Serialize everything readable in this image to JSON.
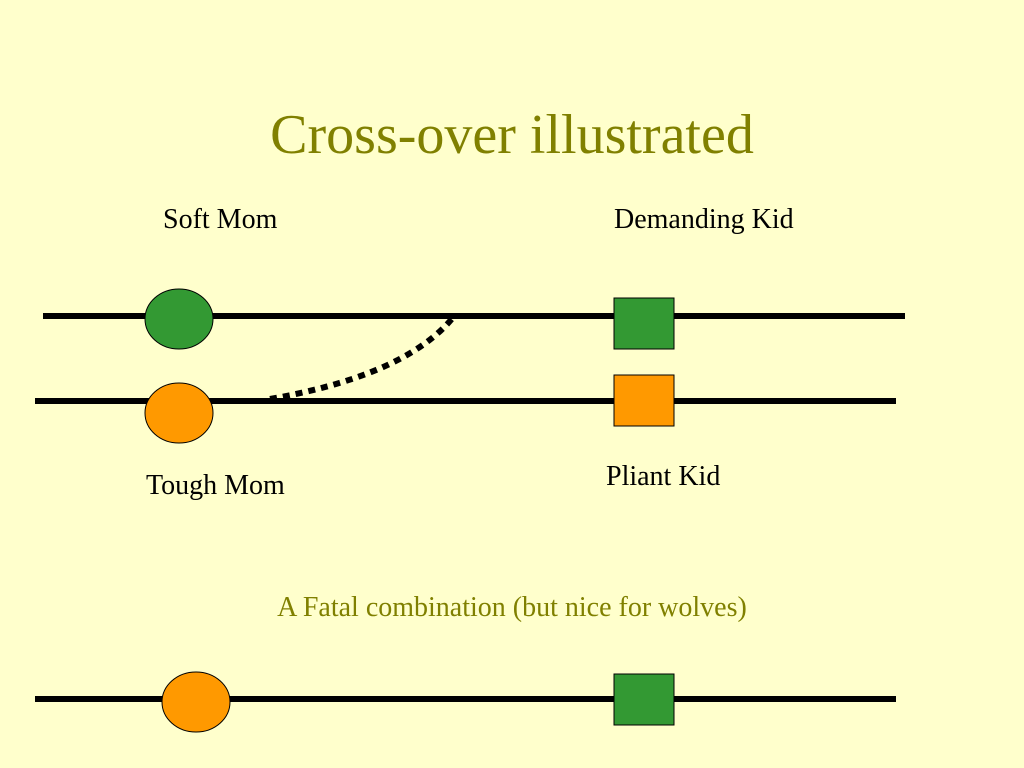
{
  "slide": {
    "title": "Cross-over illustrated",
    "caption": "A Fatal combination (but nice for wolves)"
  },
  "labels": {
    "soft_mom": "Soft Mom",
    "demanding_kid": "Demanding Kid",
    "tough_mom": "Tough Mom",
    "pliant_kid": "Pliant Kid"
  },
  "colors": {
    "background": "#ffffcc",
    "title": "#808000",
    "green": "#339933",
    "orange": "#ff9900",
    "line": "#000000"
  },
  "shapes": {
    "soft_mom_marker": "green-circle",
    "tough_mom_marker": "orange-circle",
    "demanding_kid_marker": "green-square",
    "pliant_kid_marker": "orange-square"
  }
}
